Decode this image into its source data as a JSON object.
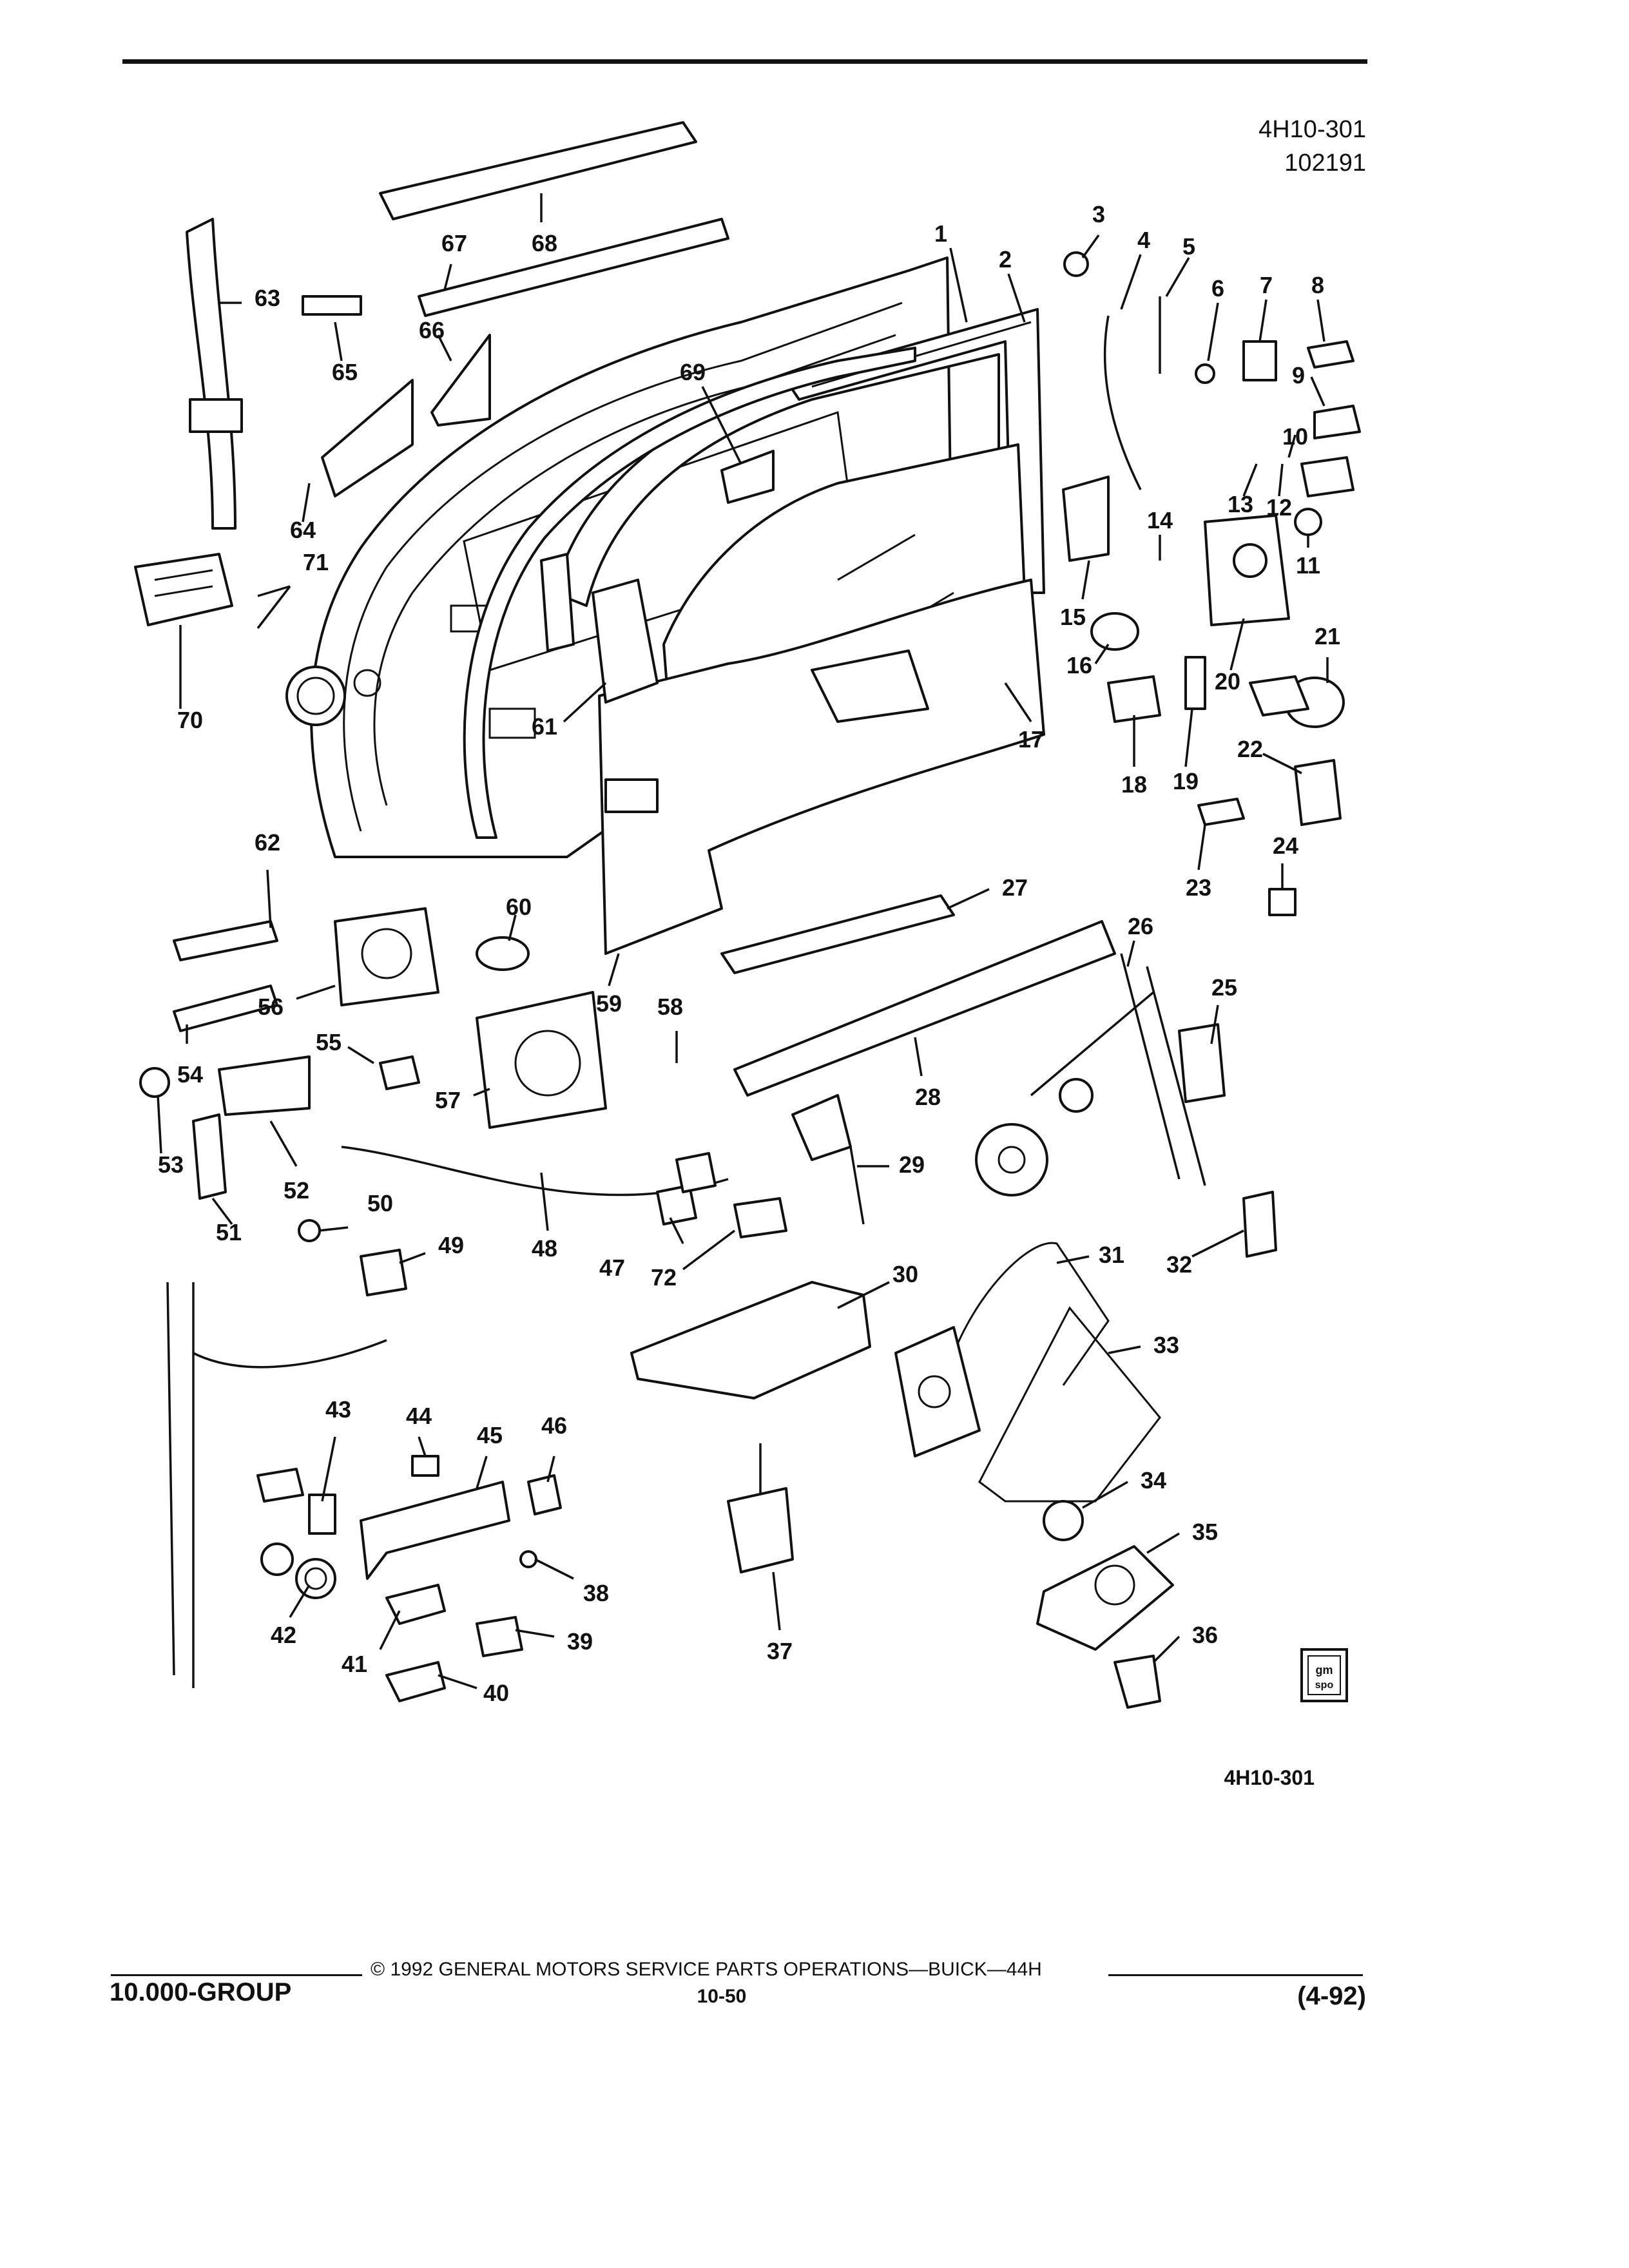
{
  "header": {
    "illustration_no": "4H10-301",
    "date_code": "102191"
  },
  "figure": {
    "bottom_ref": "4H10-301",
    "callouts": [
      "1",
      "2",
      "3",
      "4",
      "5",
      "6",
      "7",
      "8",
      "9",
      "10",
      "11",
      "12",
      "13",
      "14",
      "15",
      "16",
      "17",
      "18",
      "19",
      "20",
      "21",
      "22",
      "23",
      "24",
      "25",
      "26",
      "27",
      "28",
      "29",
      "30",
      "31",
      "32",
      "33",
      "34",
      "35",
      "36",
      "37",
      "38",
      "39",
      "40",
      "41",
      "42",
      "43",
      "44",
      "45",
      "46",
      "47",
      "48",
      "49",
      "50",
      "51",
      "52",
      "53",
      "54",
      "55",
      "56",
      "57",
      "58",
      "59",
      "60",
      "61",
      "62",
      "63",
      "64",
      "65",
      "66",
      "67",
      "68",
      "69",
      "70",
      "71",
      "72"
    ],
    "logo": {
      "line1": "gm",
      "line2": "spo"
    }
  },
  "footer": {
    "group": "10.000-GROUP",
    "copyright": "© 1992 GENERAL MOTORS SERVICE PARTS OPERATIONS—BUICK—44H",
    "page": "10-50",
    "revision": "(4-92)"
  }
}
